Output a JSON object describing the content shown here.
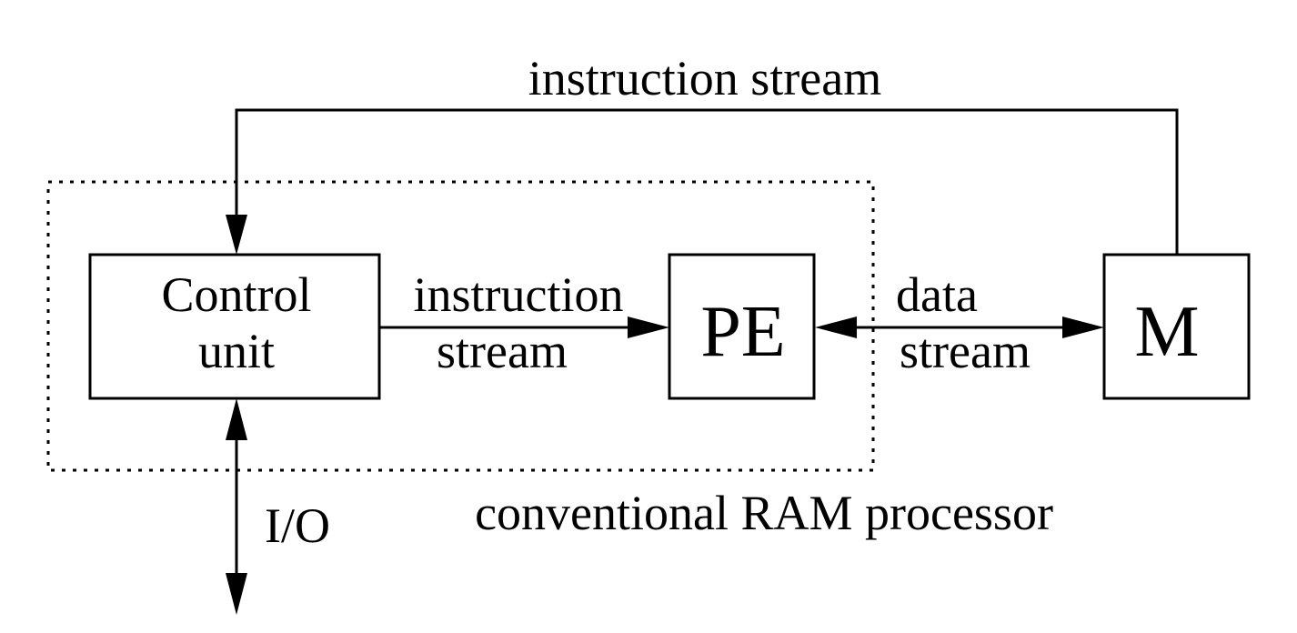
{
  "labels": {
    "top_stream": "instruction stream",
    "control_line1": "Control",
    "control_line2": "unit",
    "pe": "PE",
    "memory": "M",
    "instr_line1": "instruction",
    "instr_line2": "stream",
    "data_line1": "data",
    "data_line2": "stream",
    "io": "I/O",
    "processor": "conventional RAM processor"
  },
  "colors": {
    "ink": "#000000",
    "background": "#ffffff"
  }
}
